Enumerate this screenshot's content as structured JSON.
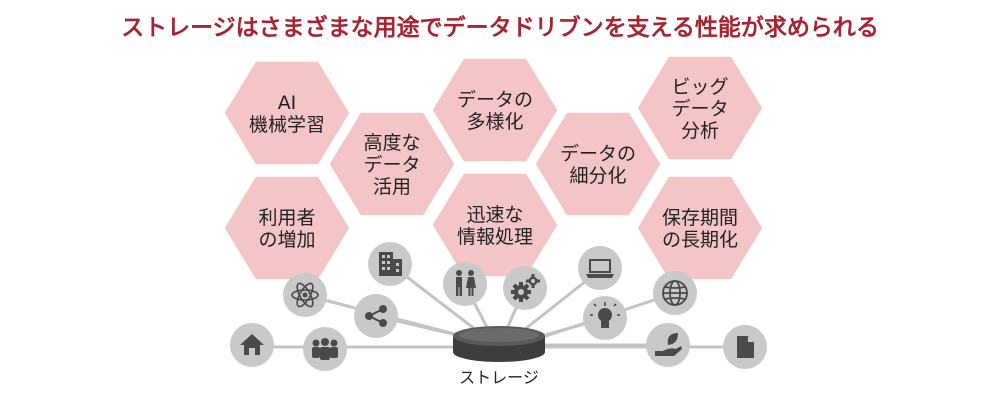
{
  "title": "ストレージはさまざまな用途でデータドリブンを支える性能が求められる",
  "colors": {
    "title": "#a8232f",
    "hex_fill": "#f4c5c7",
    "icon_circle": "#c9c9c9",
    "icon_glyph": "#4a4a4a",
    "line": "#c4c4c4",
    "cylinder": "#3d3d3d"
  },
  "hexagons": [
    {
      "id": "ai",
      "lines": [
        "AI",
        "機械学習"
      ]
    },
    {
      "id": "advanced",
      "lines": [
        "高度な",
        "データ",
        "活用"
      ]
    },
    {
      "id": "diversity",
      "lines": [
        "データの",
        "多様化"
      ]
    },
    {
      "id": "granular",
      "lines": [
        "データの",
        "細分化"
      ]
    },
    {
      "id": "bigdata",
      "lines": [
        "ビッグ",
        "データ",
        "分析"
      ]
    },
    {
      "id": "users",
      "lines": [
        "利用者",
        "の増加"
      ]
    },
    {
      "id": "speed",
      "lines": [
        "迅速な",
        "情報処理"
      ]
    },
    {
      "id": "retention",
      "lines": [
        "保存期間",
        "の長期化"
      ]
    }
  ],
  "storage": {
    "label": "ストレージ"
  },
  "icons": [
    {
      "id": "home",
      "name": "home-icon"
    },
    {
      "id": "group",
      "name": "people-group-icon"
    },
    {
      "id": "atom",
      "name": "atom-icon"
    },
    {
      "id": "share",
      "name": "share-icon"
    },
    {
      "id": "building",
      "name": "building-icon"
    },
    {
      "id": "people",
      "name": "man-woman-icon"
    },
    {
      "id": "gears",
      "name": "gears-icon"
    },
    {
      "id": "laptop",
      "name": "laptop-icon"
    },
    {
      "id": "bulb",
      "name": "lightbulb-icon"
    },
    {
      "id": "globe",
      "name": "globe-icon"
    },
    {
      "id": "hand",
      "name": "hand-leaf-icon"
    },
    {
      "id": "doc",
      "name": "document-icon"
    }
  ]
}
